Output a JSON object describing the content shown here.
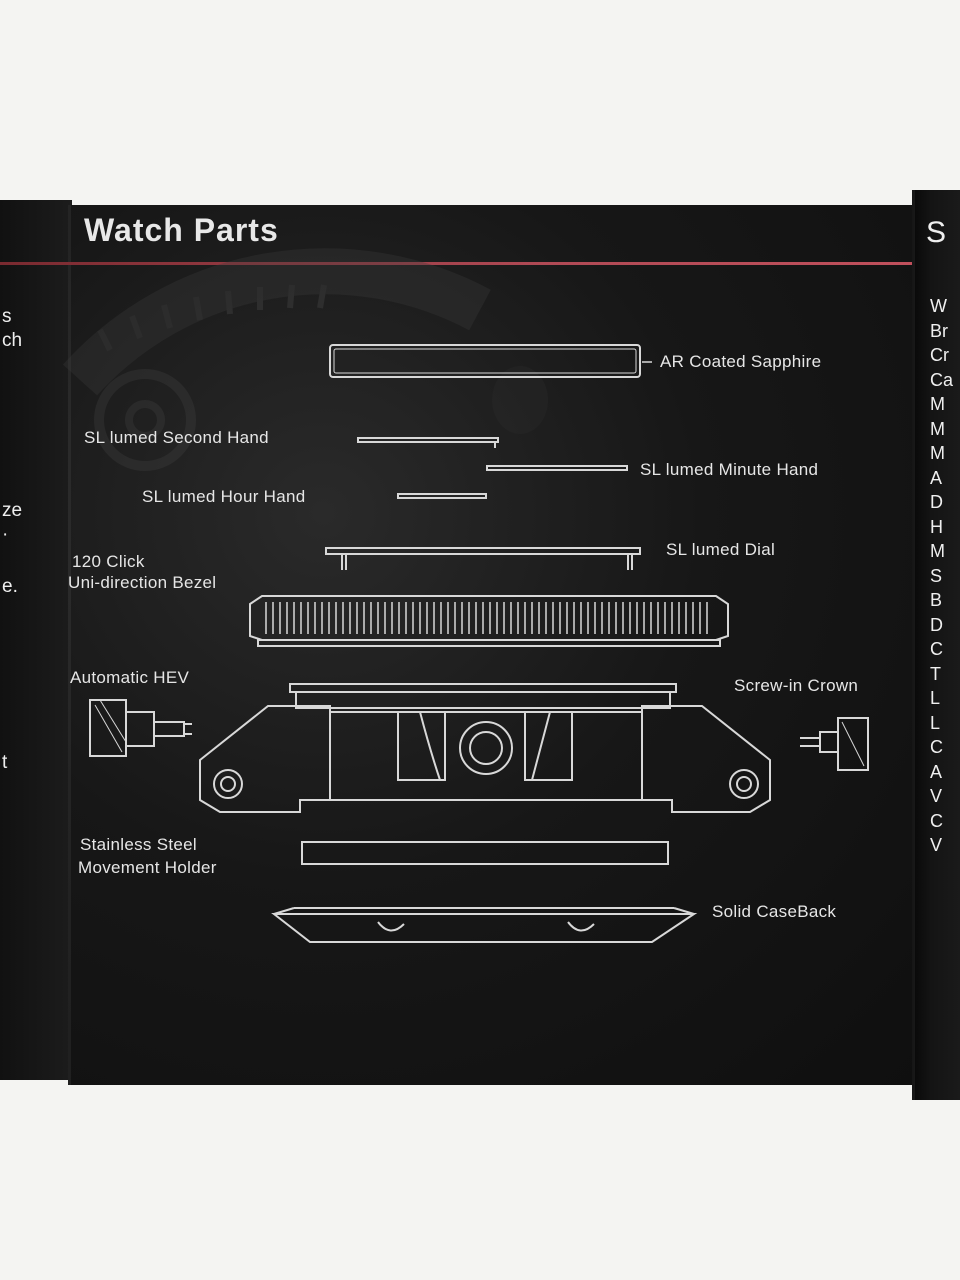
{
  "header": {
    "title": "Watch Parts",
    "right_panel_title": "S"
  },
  "labels": {
    "sapphire": "AR Coated Sapphire",
    "second_hand": "SL lumed Second Hand",
    "minute_hand": "SL lumed Minute Hand",
    "hour_hand": "SL lumed Hour Hand",
    "dial": "SL lumed Dial",
    "bezel_line1": "120 Click",
    "bezel_line2": "Uni-direction Bezel",
    "hev": "Automatic HEV",
    "crown": "Screw-in Crown",
    "holder_line1": "Stainless Steel",
    "holder_line2": "Movement Holder",
    "caseback": "Solid CaseBack"
  },
  "left_panel_fragments": [
    "s",
    "ch",
    "ze",
    "·",
    "e.",
    "t"
  ],
  "right_panel_fragments": [
    "W",
    "Br",
    "Cr",
    "Ca",
    "M",
    "M",
    "M",
    "A",
    "D",
    "H",
    "M",
    "S",
    "B",
    "D",
    "C",
    "T",
    "L",
    "L",
    "C",
    "A",
    "V",
    "C",
    "V"
  ],
  "colors": {
    "accent_rule": "#b04a55",
    "line_art": "#d8d8d8",
    "background": "#141414"
  }
}
